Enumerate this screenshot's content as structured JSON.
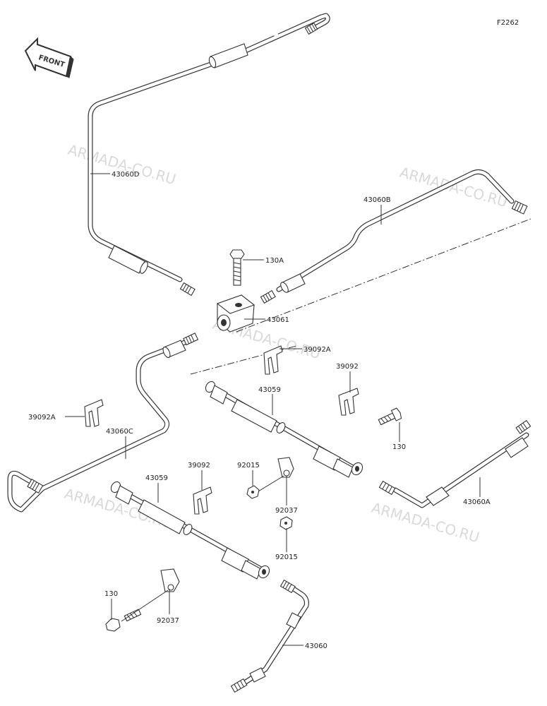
{
  "diagram": {
    "code": "F2262",
    "front_label": "FRONT",
    "watermark": "ARMADA-CO.RU",
    "labels": {
      "p43060D": "43060D",
      "p43060B": "43060B",
      "p130A": "130A",
      "p43061": "43061",
      "p39092A_top": "39092A",
      "p39092_right": "39092",
      "p43059_upper": "43059",
      "p39092A_left": "39092A",
      "p43060C": "43060C",
      "p130_right": "130",
      "p39092_lower": "39092",
      "p92015_upper": "92015",
      "p43059_lower": "43059",
      "p92037_upper": "92037",
      "p43060A": "43060A",
      "p92015_lower": "92015",
      "p130_lower": "130",
      "p92037_lower": "92037",
      "p43060": "43060"
    },
    "colors": {
      "line": "#333333",
      "watermark": "#d9d9d9",
      "background": "#ffffff"
    }
  }
}
